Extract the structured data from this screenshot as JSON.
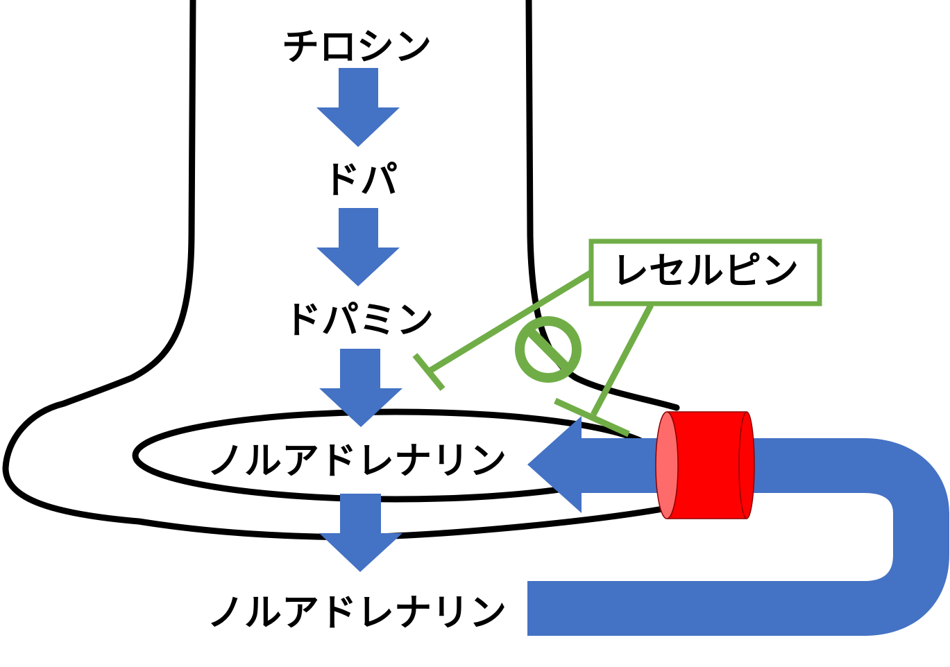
{
  "labels": {
    "tyrosine": "チロシン",
    "dopa": "ドパ",
    "dopamine": "ドパミン",
    "norepinephrine_vesicle": "ノルアドレナリン",
    "norepinephrine_released": "ノルアドレナリン",
    "reserpine": "レセルピン"
  },
  "colors": {
    "arrow": "#4472C4",
    "inhibitor": "#70AD47",
    "transporter": "#FF0000",
    "transporter_face": "#FF6B6B",
    "outline": "#000000"
  },
  "icons": {
    "prohibition": "prohibition-icon",
    "transporter": "transporter-cylinder"
  }
}
